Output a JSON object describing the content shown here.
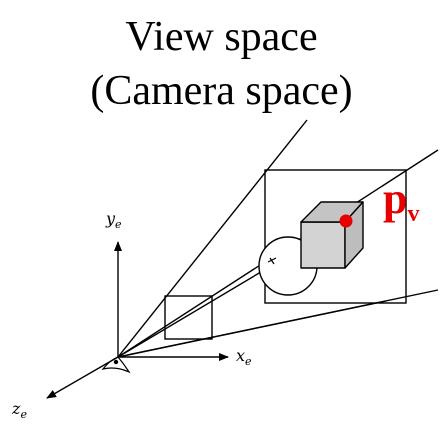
{
  "title": {
    "line1": "View space",
    "line2": "(Camera space)"
  },
  "axes": {
    "x": {
      "base": "x",
      "sub": "e"
    },
    "y": {
      "base": "y",
      "sub": "e"
    },
    "z": {
      "base": "z",
      "sub": "e"
    }
  },
  "point": {
    "base": "p",
    "sub": "v",
    "color": "#e60000"
  },
  "colors": {
    "line": "#000000",
    "cube_front": "#d3d3d3",
    "cube_top": "#c4c4c4",
    "cube_side": "#bdbdbd"
  }
}
